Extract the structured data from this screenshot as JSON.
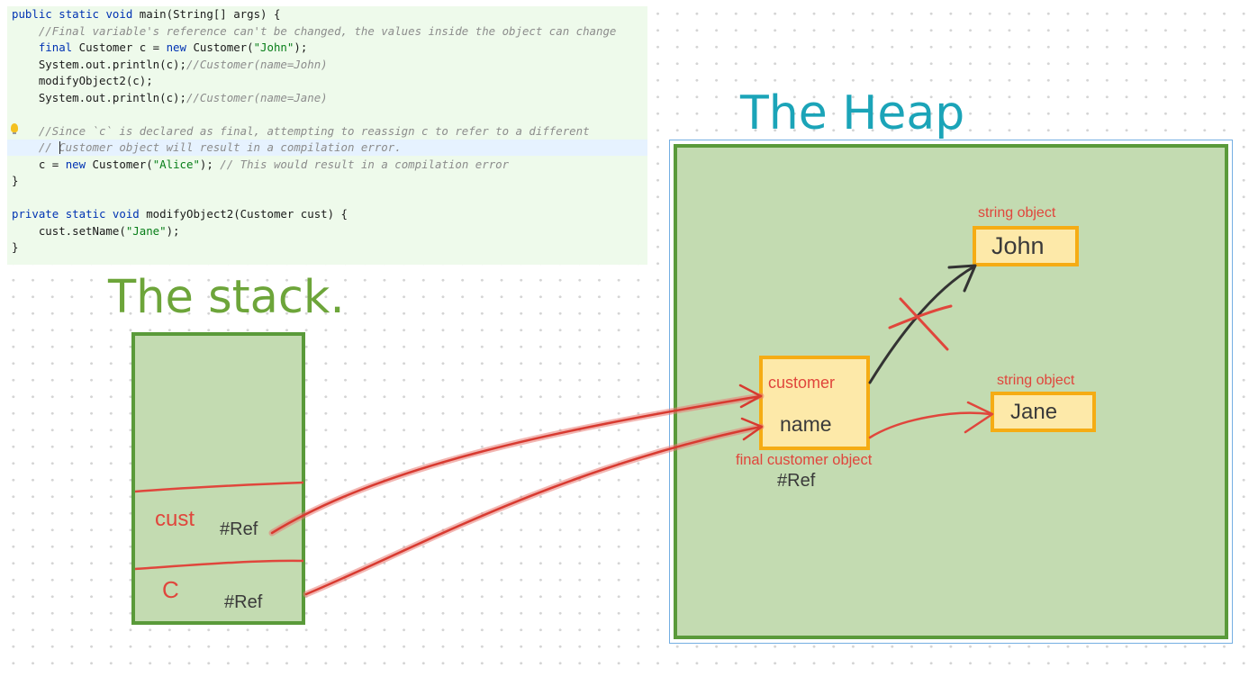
{
  "code": {
    "lines": [
      "public static void main(String[] args) {",
      "    //Final variable's reference can't be changed, the values inside the object can change",
      "    final Customer c = new Customer(\"John\");",
      "    System.out.println(c);//Customer(name=John)",
      "    modifyObject2(c);",
      "    System.out.println(c);//Customer(name=Jane)",
      "",
      "    //Since `c` is declared as final, attempting to reassign c to refer to a different",
      "    // Customer object will result in a compilation error.",
      "    c = new Customer(\"Alice\"); // This would result in a compilation error",
      "}",
      "",
      "private static void modifyObject2(Customer cust) {",
      "    cust.setName(\"Jane\");",
      "}"
    ]
  },
  "stack": {
    "title": "The stack.",
    "frames": [
      {
        "var": "cust",
        "ref": "#Ref"
      },
      {
        "var": "C",
        "ref": "#Ref"
      }
    ]
  },
  "heap": {
    "title": "The Heap",
    "customer_object": {
      "header": "customer",
      "field": "name",
      "caption": "final customer object",
      "ref": "#Ref"
    },
    "string_objects": [
      {
        "caption": "string object",
        "value": "John",
        "status": "unreferenced"
      },
      {
        "caption": "string object",
        "value": "Jane",
        "status": "referenced"
      }
    ]
  },
  "colors": {
    "code_background": "#eefaeb",
    "box_fill": "#c3dbb1",
    "box_border": "#5a9a3a",
    "object_fill": "#fde9a9",
    "object_border": "#f5ac14",
    "annotation_red": "#e0463c",
    "stack_title": "#6da53a",
    "heap_title": "#1ba4b8"
  }
}
